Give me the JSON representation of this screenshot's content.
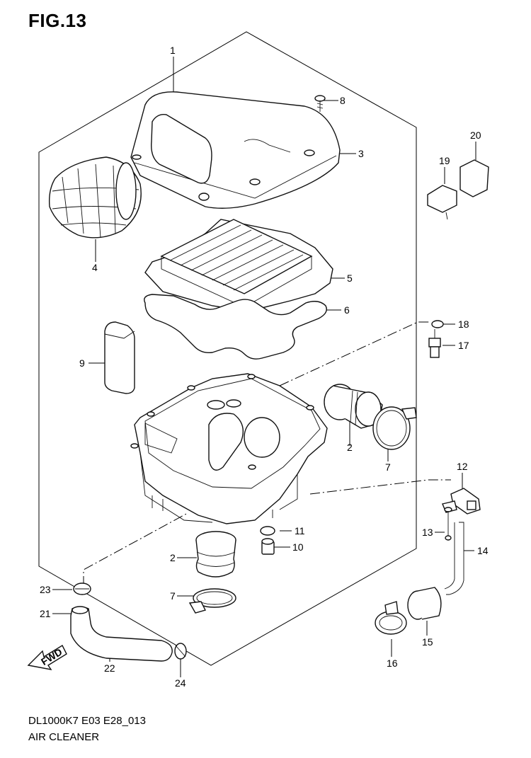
{
  "figure": {
    "title": "FIG.13"
  },
  "footer": {
    "model_code": "DL1000K7 E03 E28_013",
    "assembly_name": "AIR CLEANER"
  },
  "fwd_mark": "FWD",
  "callouts": [
    "1",
    "2",
    "2",
    "3",
    "4",
    "5",
    "6",
    "7",
    "7",
    "8",
    "9",
    "10",
    "11",
    "12",
    "13",
    "14",
    "15",
    "16",
    "17",
    "18",
    "19",
    "20",
    "21",
    "22",
    "23",
    "24"
  ]
}
